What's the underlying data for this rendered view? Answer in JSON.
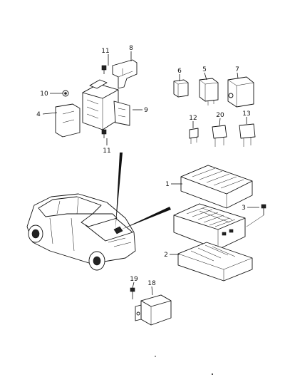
{
  "callouts": {
    "c1": "1",
    "c2": "2",
    "c3": "3",
    "c4": "4",
    "c5": "5",
    "c6": "6",
    "c7": "7",
    "c8": "8",
    "c9": "9",
    "c10": "10",
    "c11a": "11",
    "c11b": "11",
    "c12": "12",
    "c13": "13",
    "c18": "18",
    "c19": "19",
    "c20": "20"
  },
  "icons": {
    "car": "car-icon",
    "fuse_box_cover": "fuse-box-cover-icon",
    "fuse_box": "fuse-box-icon",
    "fuse_box_tray": "fuse-box-tray-icon",
    "relay_block": "relay-block-icon",
    "relay": "relay-icon",
    "fuse": "fuse-icon",
    "bolt": "bolt-icon",
    "nut": "nut-icon",
    "bracket": "bracket-icon",
    "control_module": "control-module-icon"
  },
  "colors": {
    "ink": "#111111",
    "paper": "#ffffff"
  }
}
